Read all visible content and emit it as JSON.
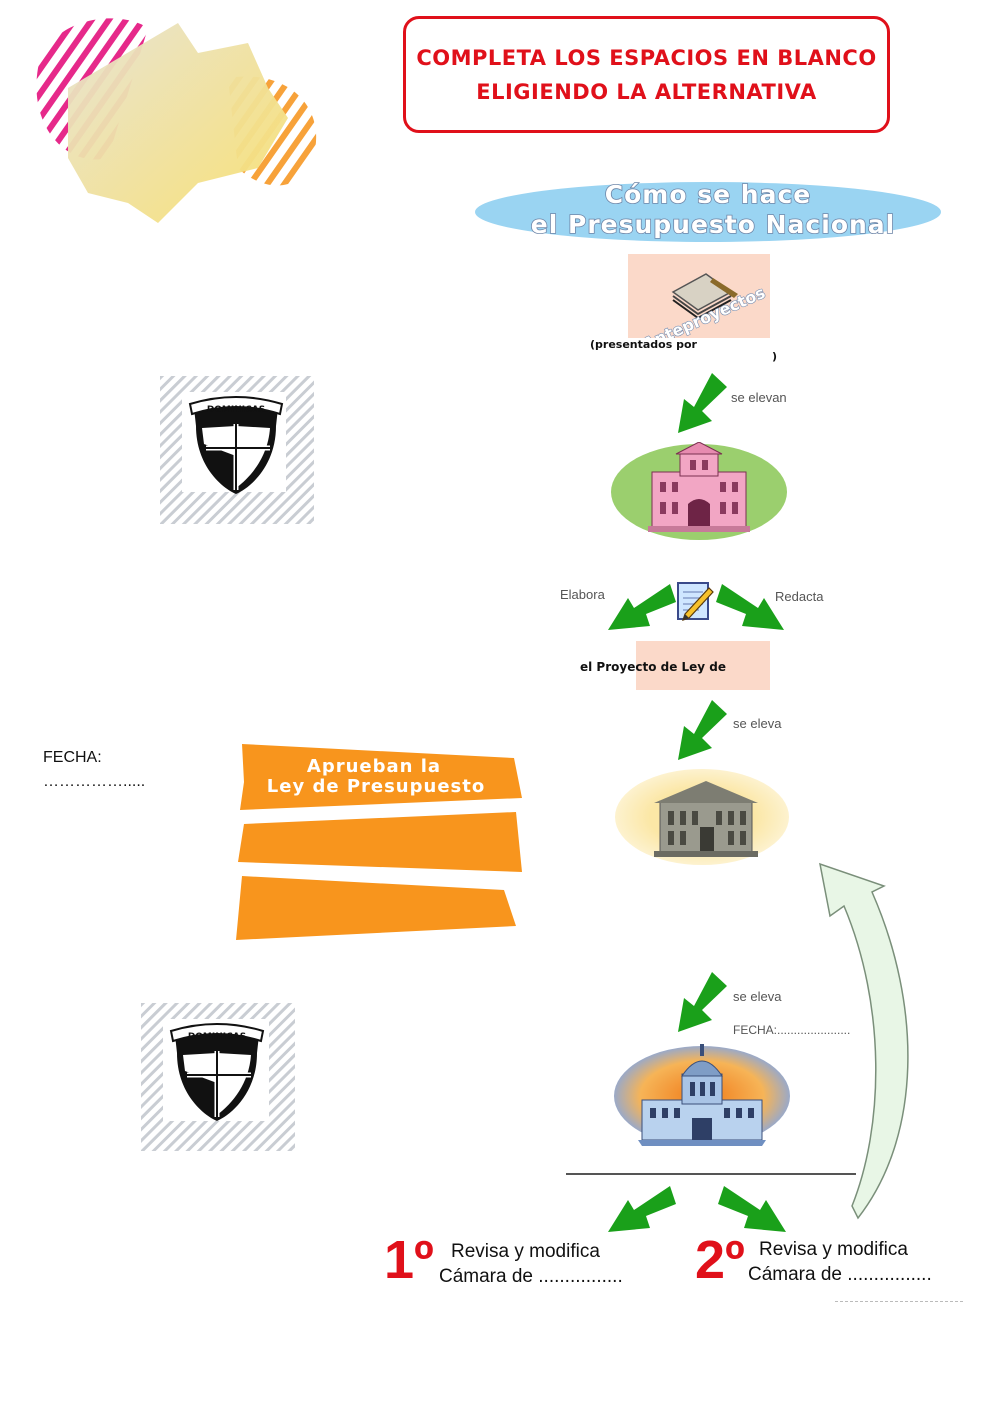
{
  "title": {
    "line1": "COMPLETA LOS ESPACIOS EN BLANCO",
    "line2": "ELIGIENDO LA ALTERNATIVA"
  },
  "banner": {
    "line1": "Cómo se hace",
    "line2": "el Presupuesto Nacional"
  },
  "anteproyectos": {
    "label": "Anteproyectos",
    "caption_open": "(presentados por",
    "caption_close": ")"
  },
  "arrows": {
    "se_elevan": "se elevan",
    "elabora": "Elabora",
    "redacta": "Redacta",
    "se_eleva_1": "se eleva",
    "se_eleva_2": "se eleva",
    "fecha_right": "FECHA:......................"
  },
  "proyecto": {
    "label": "el Proyecto de Ley de"
  },
  "fecha_left": {
    "label": "FECHA:",
    "dots": "……………....."
  },
  "aprueban": {
    "line1": "Aprueban la",
    "line2": "Ley de Presupuesto"
  },
  "logos": {
    "top_text": "DOMINICAS",
    "bottom_text": "DOMINICAS"
  },
  "steps": [
    {
      "num": "1º",
      "line1": "Revisa y modifica",
      "line2": "Cámara de ................"
    },
    {
      "num": "2º",
      "line1": "Revisa y modifica",
      "line2": "Cámara de ................"
    }
  ],
  "colors": {
    "title_red": "#e0101a",
    "arrow_green": "#1aa01a",
    "banner_blue": "#9ad4f2",
    "orange": "#f8951d",
    "pale_pink": "#fbd9c9"
  }
}
